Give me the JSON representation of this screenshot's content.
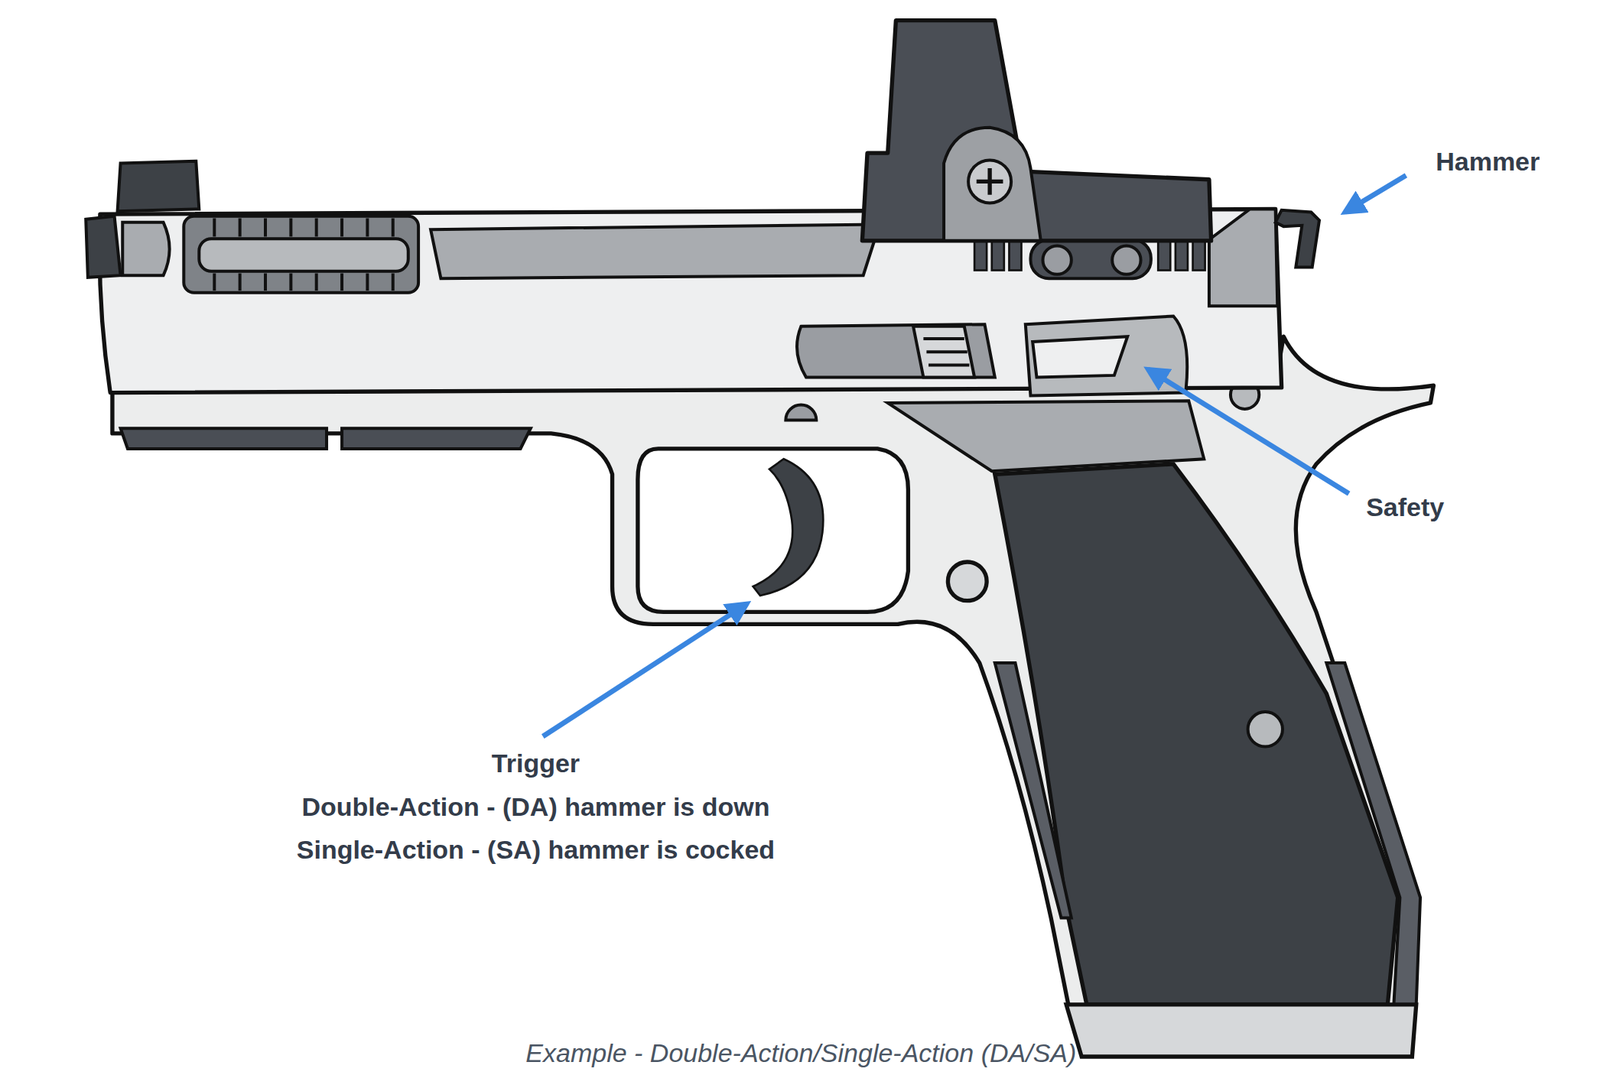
{
  "diagram": {
    "caption": "Example - Double-Action/Single-Action (DA/SA)",
    "labels": [
      "Hammer",
      "Safety",
      "Trigger",
      "Double-Action - (DA) hammer is down",
      "Single-Action - (SA) hammer is cocked"
    ]
  }
}
